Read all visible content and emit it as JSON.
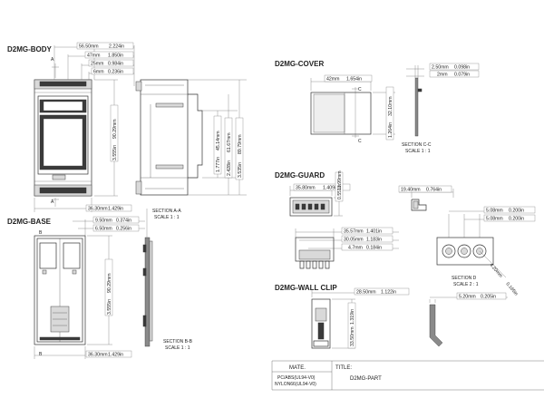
{
  "views": {
    "body": {
      "title": "D2MG-BODY",
      "dims": [
        "56.50mm",
        "2.224in",
        "47mm",
        "1.850in",
        "25mm",
        "0.984in",
        "6mm",
        "0.236in",
        "36.30mm",
        "1.429in",
        "90.29mm",
        "3.555in",
        "45.14mm",
        "1.777in",
        "61.67mm",
        "2.428in",
        "89.79mm",
        "3.535in"
      ],
      "section_mark": "A"
    },
    "base": {
      "title": "D2MG-BASE",
      "dims": [
        "9.50mm",
        "0.374in",
        "6.50mm",
        "0.256in",
        "90.29mm",
        "3.555in",
        "36.30mm",
        "1.429in"
      ],
      "section_mark": "B",
      "section_a": [
        "SECTION A-A",
        "SCALE 1 : 1"
      ],
      "section_b": [
        "SECTION B-B",
        "SCALE 1 : 1"
      ]
    },
    "cover": {
      "title": "D2MG-COVER",
      "dims": [
        "42mm",
        "1.654in",
        "2.50mm",
        "0.098in",
        "2mm",
        "0.079in",
        "32.10mm",
        "1.264in"
      ],
      "section_mark": "C",
      "section": [
        "SECTION C-C",
        "SCALE 1 : 1"
      ]
    },
    "guard": {
      "title": "D2MG-GUARD",
      "dims": [
        "35.80mm",
        "1.409in",
        "13.99mm",
        "0.551in",
        "19.40mm",
        "0.764in",
        "5.08mm",
        "0.200in",
        "5.08mm",
        "0.200in",
        "35.57mm",
        "1.401in",
        "30.05mm",
        "1.183in",
        "4.7mm",
        "0.184in",
        "4.20mm",
        "0.165in"
      ],
      "section": [
        "SECTION  D",
        "SCALE 2 : 1"
      ]
    },
    "clip": {
      "title": "D2MG-WALL CLIP",
      "dims": [
        "28.50mm",
        "1.122in",
        "33.50mm",
        "1.319in",
        "5.20mm",
        "0.205in"
      ]
    }
  },
  "title_block": {
    "mate_label": "MATE.",
    "title_label": "TITLE:",
    "materials": [
      "PC/ABS(UL94-V0)",
      "NYLON66(UL94-V0)"
    ],
    "part_name": "D2MG-PART"
  }
}
